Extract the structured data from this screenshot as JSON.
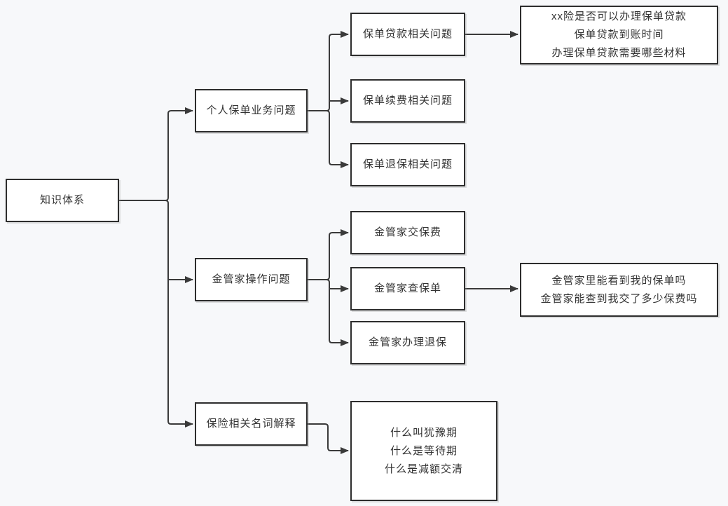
{
  "diagram": {
    "background_color": "#f7f8fa",
    "node_fill_color": "#ffffff",
    "node_border_color": "#2d2d2d",
    "line_color": "#3a3a3a",
    "nodes": {
      "root": {
        "label": "知识体系"
      },
      "branch_personal_policy": {
        "label": "个人保单业务问题"
      },
      "branch_jinguanjia_ops": {
        "label": "金管家操作问题"
      },
      "branch_insurance_terms": {
        "label": "保险相关名词解释"
      },
      "policy_loan": {
        "label": "保单贷款相关问题"
      },
      "policy_renewal": {
        "label": "保单续费相关问题"
      },
      "policy_surrender": {
        "label": "保单退保相关问题"
      },
      "jgj_pay_premium": {
        "label": "金管家交保费"
      },
      "jgj_check_policy": {
        "label": "金管家查保单"
      },
      "jgj_handle_surrender": {
        "label": "金管家办理退保"
      },
      "loan_questions": {
        "lines": [
          "xx险是否可以办理保单贷款",
          "保单贷款到账时间",
          "办理保单贷款需要哪些材料"
        ]
      },
      "check_policy_questions": {
        "lines": [
          "金管家里能看到我的保单吗",
          "金管家能查到我交了多少保费吗"
        ]
      },
      "term_questions": {
        "lines": [
          "什么叫犹豫期",
          "什么是等待期",
          "什么是减额交清"
        ]
      }
    }
  }
}
